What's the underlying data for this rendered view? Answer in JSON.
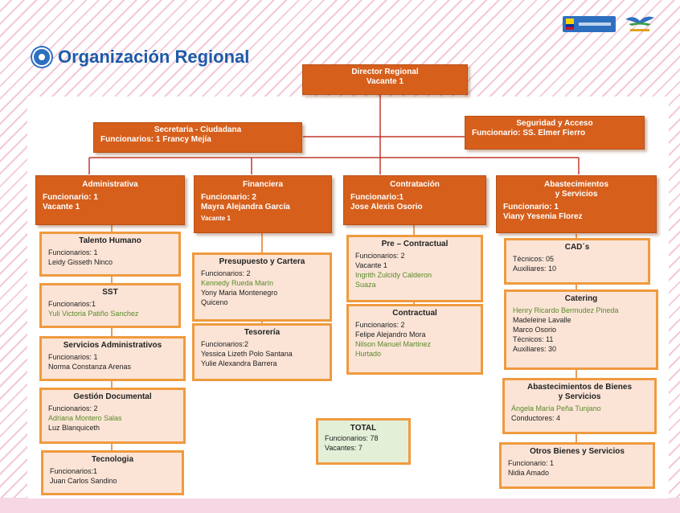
{
  "title": "Organización Regional",
  "director": {
    "title": "Director Regional",
    "line": "Vacante 1"
  },
  "secretaria": {
    "title": "Secretaria - Ciudadana",
    "line": "Funcionarios: 1  Francy  Mejía"
  },
  "seguridad": {
    "title": "Seguridad  y Acceso",
    "line": "Funcionario: SS. Elmer Fierro"
  },
  "areas": [
    {
      "title": "Administrativa",
      "line1": "Funcionario: 1",
      "line2": "Vacante 1"
    },
    {
      "title": "Financiera",
      "line1": "Funcionario: 2",
      "line2": "Mayra  Alejandra García",
      "line3": "Vacante  1"
    },
    {
      "title": "Contratación",
      "line1": "Funcionario:1",
      "line2": "Jose  Alexis Osorio"
    },
    {
      "title": "Abastecimientos",
      "title2": "y Servicios",
      "line1": "Funcionario: 1",
      "line2": "Viany  Yesenia Florez"
    }
  ],
  "admin_units": [
    {
      "title": "Talento  Humano",
      "lines": [
        "Funcionarios: 1",
        "Leidy Gisseth  Ninco"
      ]
    },
    {
      "title": "SST",
      "lines": [
        "Funcionarios:1"
      ],
      "green": [
        "Yuli Victoria Patiño Sanchez"
      ]
    },
    {
      "title": "Servicios Administrativos",
      "lines": [
        "Funcionarios: 1",
        "Norma Constanza Arenas"
      ]
    },
    {
      "title": "Gestión  Documental",
      "lines": [
        "Funcionarios: 2"
      ],
      "green": [
        "Adriana  Montero  Salas"
      ],
      "lines2": [
        "Luz Blanquiceth"
      ]
    },
    {
      "title": "Tecnologia",
      "lines": [
        "Funcionarios:1",
        "Juan Carlos Sandino"
      ]
    }
  ],
  "finance_units": [
    {
      "title": "Presupuesto  y Cartera",
      "lines": [
        "Funcionarios: 2"
      ],
      "green": [
        "Kennedy Rueda Marín"
      ],
      "lines2": [
        "Yony Maria  Montenegro",
        "Quiceno"
      ]
    },
    {
      "title": "Tesorería",
      "lines": [
        "Funcionarios:2",
        "Yessica Lizeth Polo Santana",
        "Yulie Alexandra  Barrera"
      ]
    }
  ],
  "contract_units": [
    {
      "title": "Pre – Contractual",
      "lines": [
        "Funcionarios: 2",
        "Vacante  1"
      ],
      "green": [
        "Ingrith Zulcidy Calderon",
        "Suaza"
      ]
    },
    {
      "title": "Contractual",
      "lines": [
        "Funcionarios: 2",
        "Felipe Alejandro Mora"
      ],
      "green": [
        "Nilson Manuel Martinez",
        "Hurtado"
      ]
    }
  ],
  "supply_units": [
    {
      "title": "CAD´s",
      "lines": [
        "Técnicos: 05",
        "Auxiliares: 10"
      ]
    },
    {
      "title": "Catering",
      "green": [
        "Henry Ricardo Bermudez  Pineda"
      ],
      "lines": [
        "Madeleine Lavalle",
        "Marco  Osorio",
        "Técnicos: 11",
        "Auxiliares: 30"
      ]
    },
    {
      "title": "Abastecimientos  de Bienes",
      "title2": "y Servicios",
      "green": [
        "Ángela María Peña Tunjano"
      ],
      "lines": [
        "Conductores: 4"
      ]
    },
    {
      "title": "Otros  Bienes y  Servicios",
      "lines": [
        "Funcionario: 1",
        "Nidia Amado"
      ]
    }
  ],
  "total": {
    "title": "TOTAL",
    "line1": "Funcionarios: 78",
    "line2": "Vacantes:  7"
  }
}
